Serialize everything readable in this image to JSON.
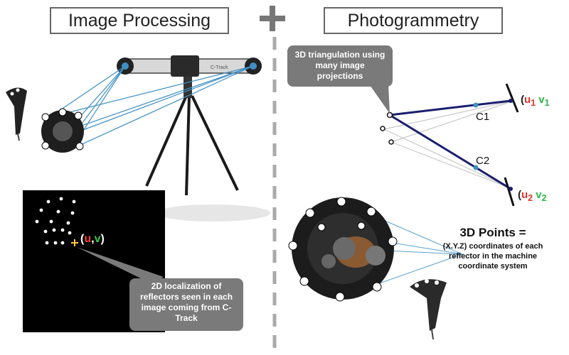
{
  "titles": {
    "left": "Image Processing",
    "right": "Photogrammetry"
  },
  "callouts": {
    "triangulation": "3D triangulation using many image projections",
    "localization": "2D localization of reflectors seen in each image coming from C-Track"
  },
  "labels": {
    "c1": "C1",
    "c2": "C2",
    "uv1": {
      "open": "(",
      "u": "u",
      "u_sub": "1",
      "v": "v",
      "v_sub": "1"
    },
    "uv2": {
      "open": "(",
      "u": "u",
      "u_sub": "2",
      "v": "v",
      "v_sub": "2"
    },
    "uv_black": {
      "open": "(",
      "u": "u",
      "comma": ",",
      "v": "v",
      "close": ")"
    }
  },
  "points_label": {
    "heading": "3D Points =",
    "description": "(X.Y.Z) coordinates of each reflector in the machine coordinate system"
  },
  "device_text": "C-Track",
  "colors": {
    "title_border": "#666666",
    "callout_bg": "#7a7a7a",
    "ray_blue": "#3f8fc4",
    "navy_line": "#1a1f6e",
    "u_red": "#e0352b",
    "v_green": "#2db34a",
    "divider": "#aaaaaa"
  },
  "icons": [
    "plus-icon",
    "tripod-camera-icon",
    "probe-target-icon",
    "handheld-probe-icon"
  ]
}
